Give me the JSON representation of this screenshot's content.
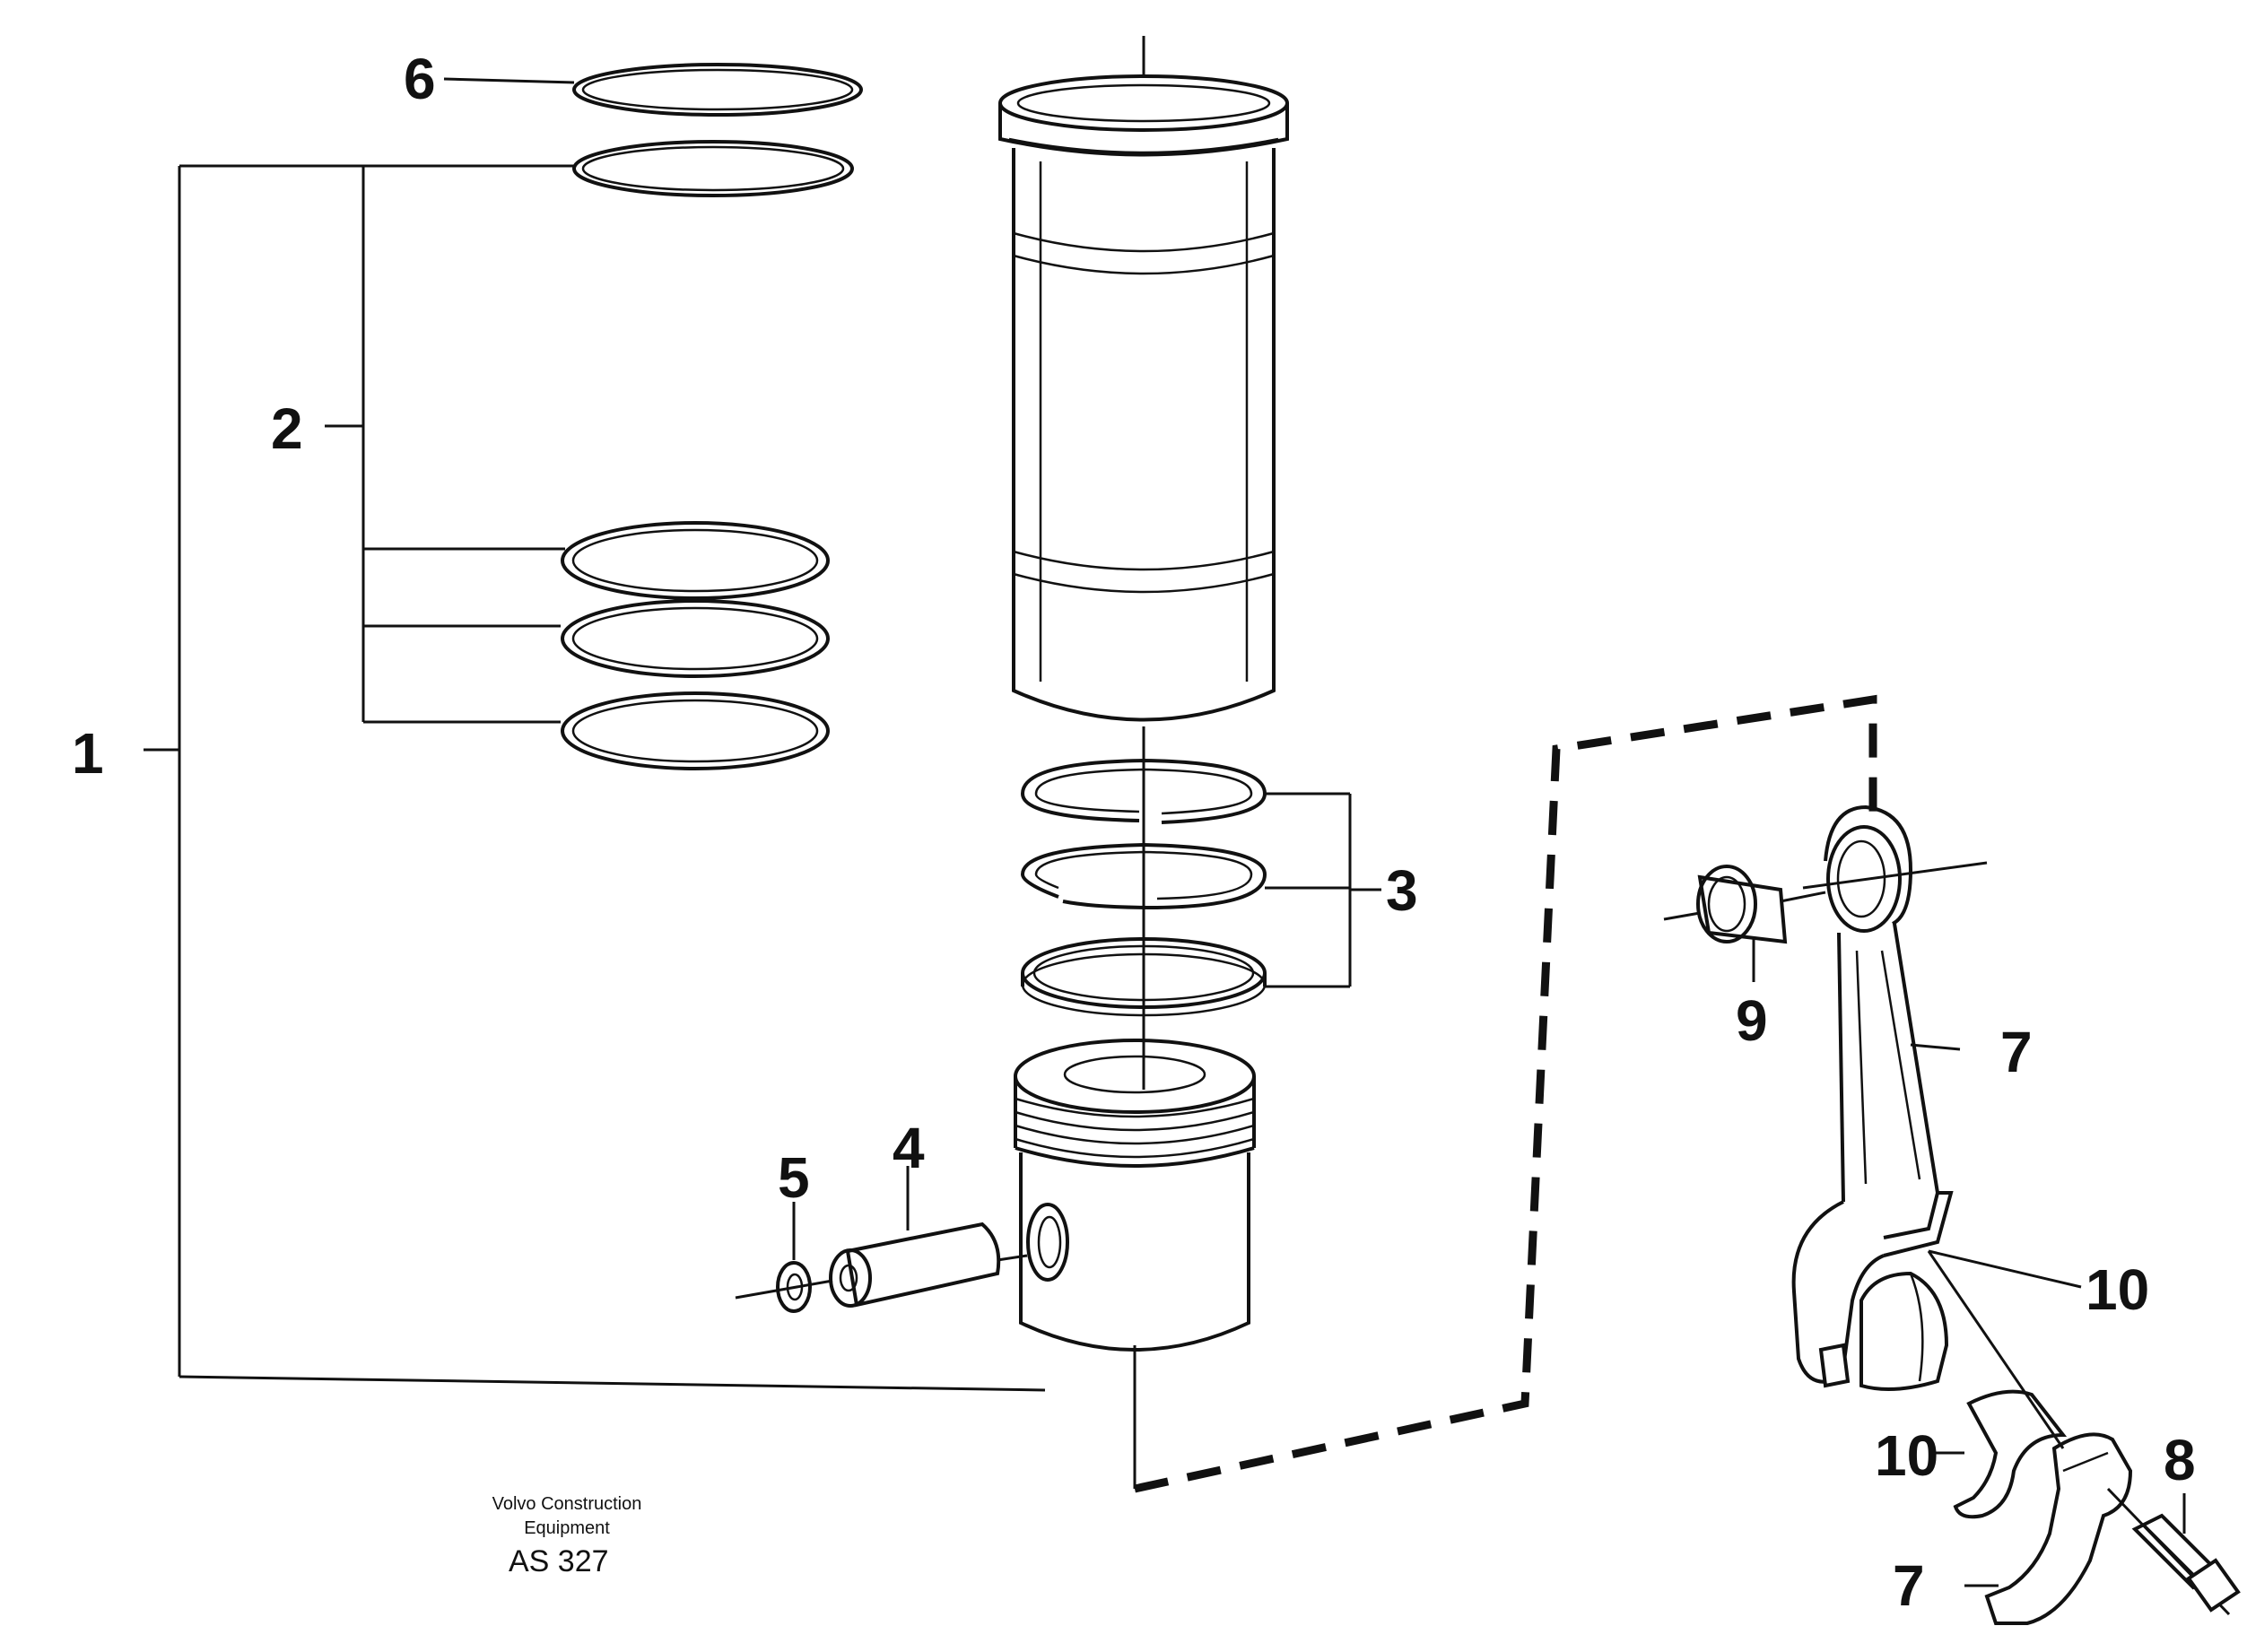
{
  "callouts": {
    "c1": "1",
    "c2": "2",
    "c3": "3",
    "c4": "4",
    "c5": "5",
    "c6": "6",
    "c7a": "7",
    "c7b": "7",
    "c8": "8",
    "c9": "9",
    "c10a": "10",
    "c10b": "10"
  },
  "caption": {
    "brand_line1": "Volvo Construction",
    "brand_line2": "Equipment",
    "drawing_code": "AS 327"
  },
  "colors": {
    "ink": "#111111",
    "paper": "#ffffff"
  }
}
